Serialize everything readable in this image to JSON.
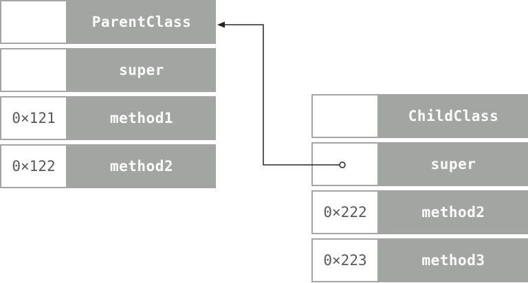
{
  "parent_class": {
    "rows": [
      {
        "address": "",
        "label": "ParentClass"
      },
      {
        "address": "",
        "label": "super"
      },
      {
        "address": "0×121",
        "label": "method1"
      },
      {
        "address": "0×122",
        "label": "method2"
      }
    ]
  },
  "child_class": {
    "rows": [
      {
        "address": "",
        "label": "ChildClass"
      },
      {
        "address": "",
        "label": "super"
      },
      {
        "address": "0×222",
        "label": "method2"
      },
      {
        "address": "0×223",
        "label": "method3"
      }
    ]
  },
  "colors": {
    "cell_fill": "#a2a5a2",
    "cell_text": "#ffffff",
    "address_text": "#555855",
    "arrow": "#222222"
  }
}
